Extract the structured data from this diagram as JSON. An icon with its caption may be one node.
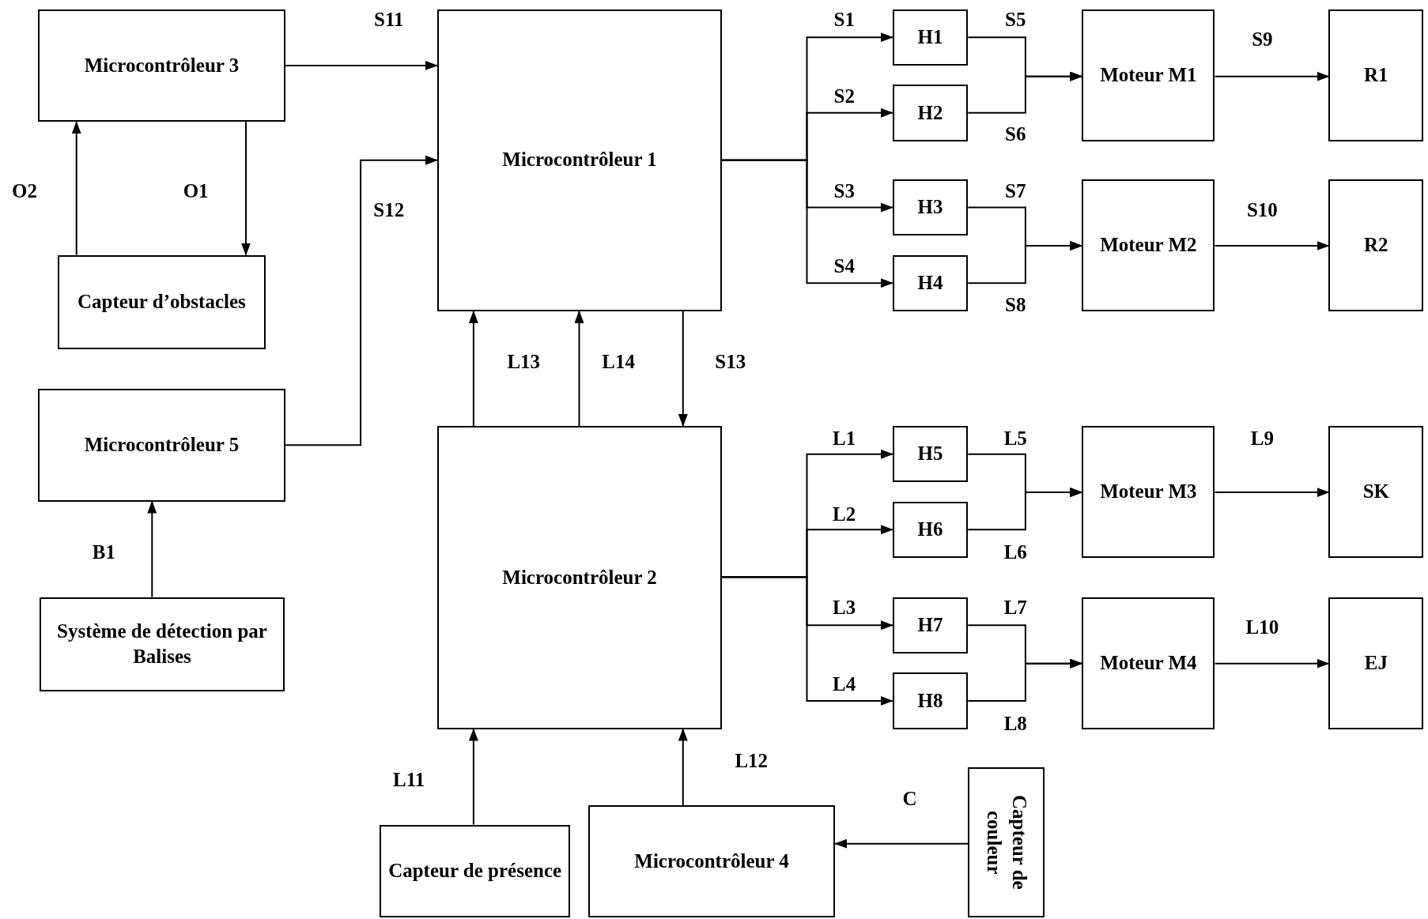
{
  "diagram": {
    "nodes": [
      {
        "text": [
          "Microcontrôleur 3"
        ]
      },
      {
        "text": [
          "Capteur d’obstacles"
        ]
      },
      {
        "text": [
          "Microcontrôleur 5"
        ]
      },
      {
        "text": [
          "Système de détection par Balises"
        ]
      },
      {
        "text": [
          "Microcontrôleur 1"
        ]
      },
      {
        "text": [
          "Microcontrôleur 2"
        ]
      },
      {
        "text": [
          "Capteur de présence"
        ]
      },
      {
        "text": [
          "Microcontrôleur 4"
        ]
      },
      {
        "text": [
          "Capteur de couleur"
        ]
      },
      {
        "text": [
          "H1"
        ]
      },
      {
        "text": [
          "H2"
        ]
      },
      {
        "text": [
          "H3"
        ]
      },
      {
        "text": [
          "H4"
        ]
      },
      {
        "text": [
          "Moteur M1"
        ]
      },
      {
        "text": [
          "Moteur M2"
        ]
      },
      {
        "text": [
          "R1"
        ]
      },
      {
        "text": [
          "R2"
        ]
      },
      {
        "text": [
          "H5"
        ]
      },
      {
        "text": [
          "H6"
        ]
      },
      {
        "text": [
          "H7"
        ]
      },
      {
        "text": [
          "H8"
        ]
      },
      {
        "text": [
          "Moteur M3"
        ]
      },
      {
        "text": [
          "Moteur M4"
        ]
      },
      {
        "text": [
          "SK"
        ]
      },
      {
        "text": [
          "EJ"
        ]
      }
    ],
    "edges": [
      {
        "from": 0,
        "to": 4,
        "arrow": "to",
        "label": "S11"
      },
      {
        "from": 0,
        "to": 1,
        "arrow": "to",
        "label": "O1"
      },
      {
        "from": 1,
        "to": 0,
        "arrow": "to",
        "label": "O2"
      },
      {
        "from": 2,
        "to": 4,
        "arrow": "to",
        "label": "S12"
      },
      {
        "from": 3,
        "to": 2,
        "arrow": "to",
        "label": "B1"
      },
      {
        "from": 4,
        "to": 9,
        "arrow": "to",
        "label": "S1"
      },
      {
        "from": 4,
        "to": 10,
        "arrow": "to",
        "label": "S2"
      },
      {
        "from": 4,
        "to": 11,
        "arrow": "to",
        "label": "S3"
      },
      {
        "from": 4,
        "to": 12,
        "arrow": "to",
        "label": "S4"
      },
      {
        "from": 9,
        "to": 13,
        "arrow": "to",
        "label": "S5"
      },
      {
        "from": 10,
        "to": 13,
        "arrow": "to",
        "label": "S6"
      },
      {
        "from": 11,
        "to": 14,
        "arrow": "to",
        "label": "S7"
      },
      {
        "from": 12,
        "to": 14,
        "arrow": "to",
        "label": "S8"
      },
      {
        "from": 13,
        "to": 15,
        "arrow": "to",
        "label": "S9"
      },
      {
        "from": 14,
        "to": 16,
        "arrow": "to",
        "label": "S10"
      },
      {
        "from": 5,
        "to": 4,
        "arrow": "to",
        "label": "L13"
      },
      {
        "from": 5,
        "to": 4,
        "arrow": "to",
        "label": "L14"
      },
      {
        "from": 4,
        "to": 5,
        "arrow": "to",
        "label": "S13"
      },
      {
        "from": 5,
        "to": 17,
        "arrow": "to",
        "label": "L1"
      },
      {
        "from": 5,
        "to": 18,
        "arrow": "to",
        "label": "L2"
      },
      {
        "from": 5,
        "to": 19,
        "arrow": "to",
        "label": "L3"
      },
      {
        "from": 5,
        "to": 20,
        "arrow": "to",
        "label": "L4"
      },
      {
        "from": 17,
        "to": 21,
        "arrow": "to",
        "label": "L5"
      },
      {
        "from": 18,
        "to": 21,
        "arrow": "to",
        "label": "L6"
      },
      {
        "from": 19,
        "to": 22,
        "arrow": "to",
        "label": "L7"
      },
      {
        "from": 20,
        "to": 22,
        "arrow": "to",
        "label": "L8"
      },
      {
        "from": 21,
        "to": 23,
        "arrow": "to",
        "label": "L9"
      },
      {
        "from": 22,
        "to": 24,
        "arrow": "to",
        "label": "L10"
      },
      {
        "from": 6,
        "to": 5,
        "arrow": "to",
        "label": "L11"
      },
      {
        "from": 7,
        "to": 5,
        "arrow": "to",
        "label": "L12"
      },
      {
        "from": 8,
        "to": 7,
        "arrow": "to",
        "label": "C"
      }
    ]
  }
}
